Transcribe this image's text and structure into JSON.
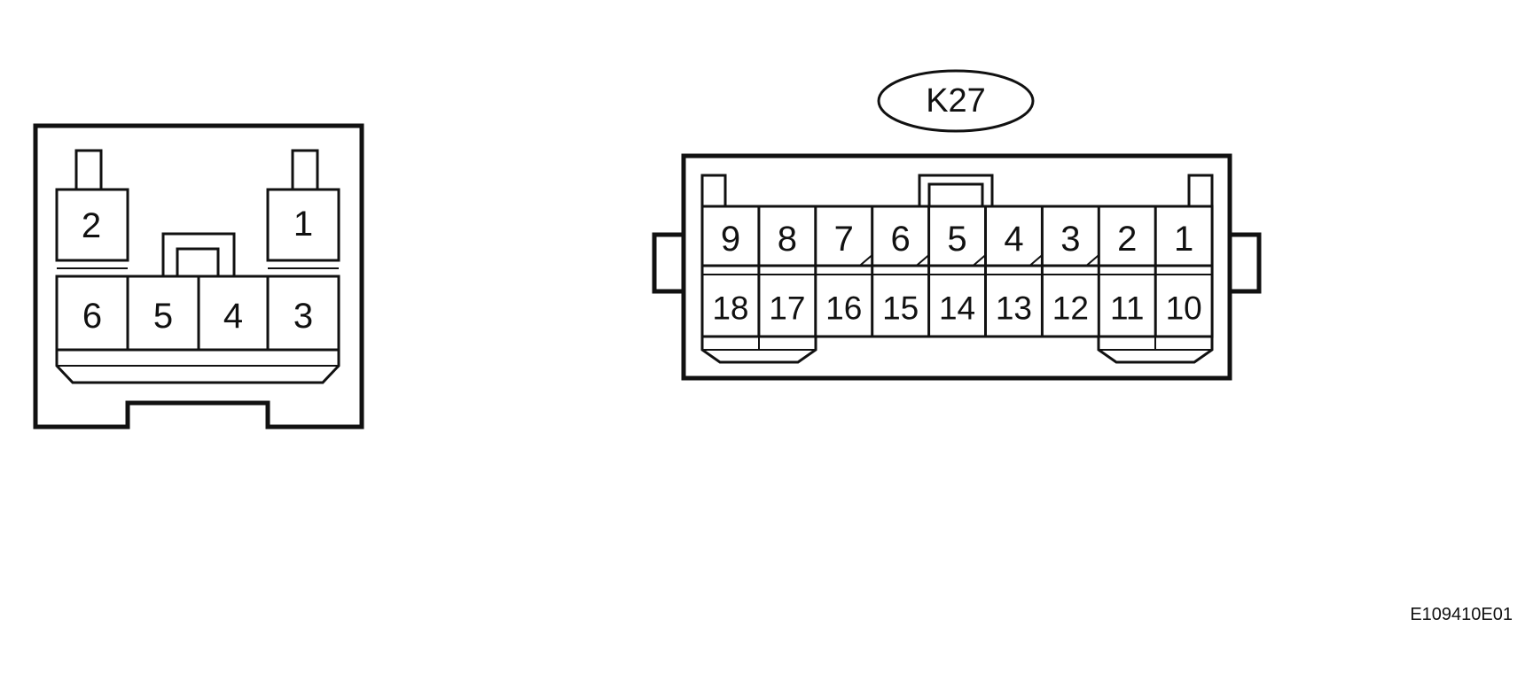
{
  "left_connector": {
    "top_row": [
      "2",
      "1"
    ],
    "bottom_row": [
      "6",
      "5",
      "4",
      "3"
    ]
  },
  "right_connector": {
    "label": "K27",
    "top_row": [
      "9",
      "8",
      "7",
      "6",
      "5",
      "4",
      "3",
      "2",
      "1"
    ],
    "bottom_row": [
      "18",
      "17",
      "16",
      "15",
      "14",
      "13",
      "12",
      "11",
      "10"
    ]
  },
  "figure_code": "E109410E01"
}
